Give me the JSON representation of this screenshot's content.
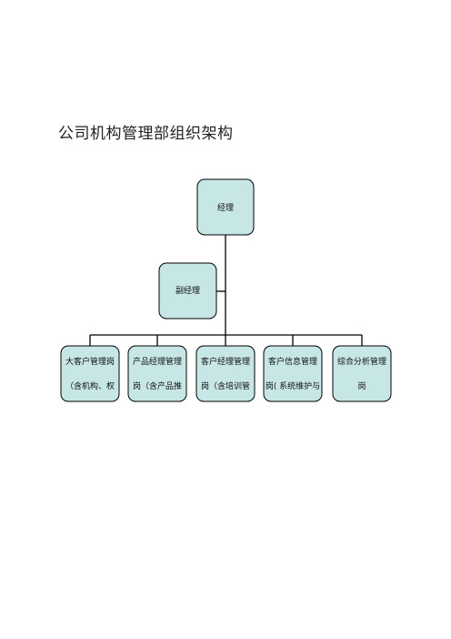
{
  "title": "公司机构管理部组织架构",
  "chart": {
    "root": {
      "lines": [
        "经理"
      ]
    },
    "assistant": {
      "lines": [
        "副经理"
      ]
    },
    "children": [
      {
        "lines": [
          "大客户管理岗",
          "（含机构、权"
        ]
      },
      {
        "lines": [
          "产品经理管理",
          "岗（含产品推"
        ]
      },
      {
        "lines": [
          "客户经理管理",
          "岗（含培训管"
        ]
      },
      {
        "lines": [
          "客户信息管理",
          "岗( 系统维护与"
        ]
      },
      {
        "lines": [
          "综合分析管理",
          "岗"
        ]
      }
    ],
    "colors": {
      "box_fill": "#c7e6e6",
      "box_stroke": "#000000",
      "line": "#000000"
    }
  }
}
